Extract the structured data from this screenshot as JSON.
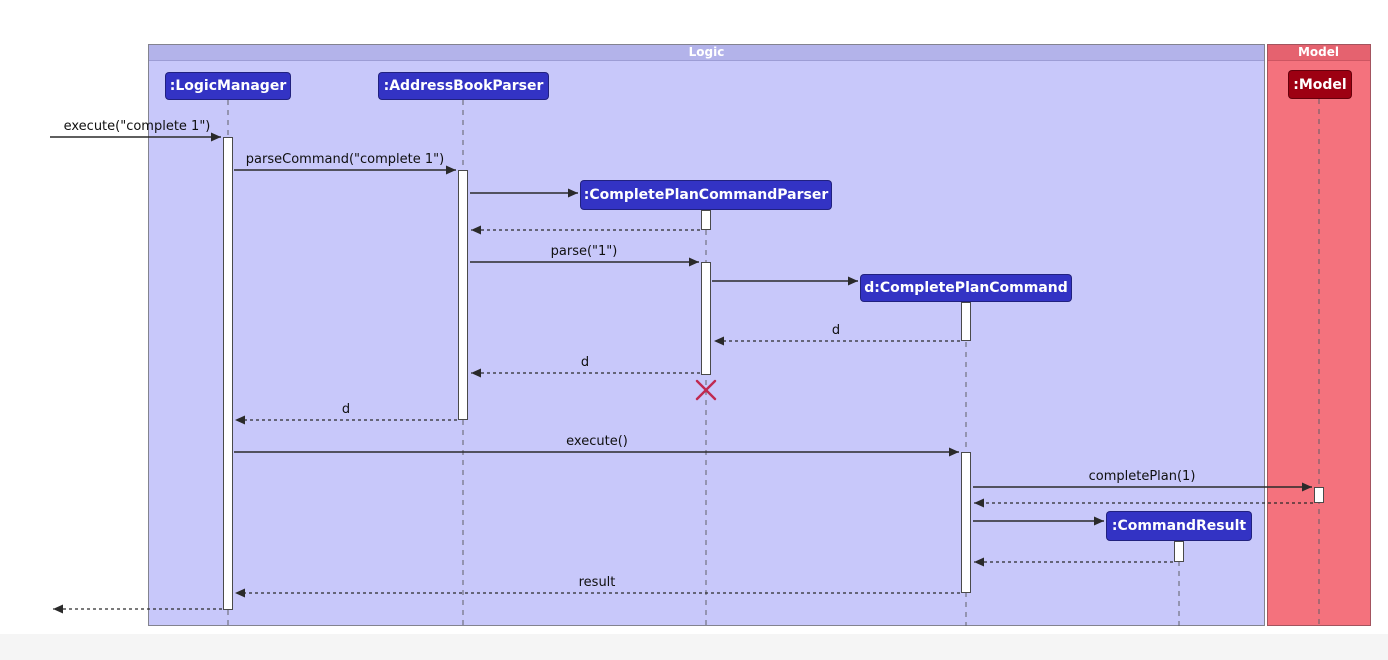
{
  "frames": {
    "logic": {
      "label": "Logic"
    },
    "model": {
      "label": "Model"
    }
  },
  "participants": {
    "logic_manager": ":LogicManager",
    "address_book_parser": ":AddressBookParser",
    "complete_plan_command_parser": ":CompletePlanCommandParser",
    "complete_plan_command": "d:CompletePlanCommand",
    "command_result": ":CommandResult",
    "model": ":Model"
  },
  "messages": {
    "execute_complete": "execute(\"complete 1\")",
    "parse_command": "parseCommand(\"complete 1\")",
    "parse": "parse(\"1\")",
    "return_d_to_parser": "d",
    "return_d_to_abp": "d",
    "return_d_to_lm": "d",
    "execute": "execute()",
    "complete_plan": "completePlan(1)",
    "result": "result"
  },
  "colors": {
    "logic_frame_bg": "#C8C8FA",
    "logic_participant_bg": "#3333C4",
    "model_frame_bg": "#F4727D",
    "model_participant_bg": "#9D0012",
    "destroy_marker": "#C02950",
    "arrow": "#2a2a2a"
  }
}
